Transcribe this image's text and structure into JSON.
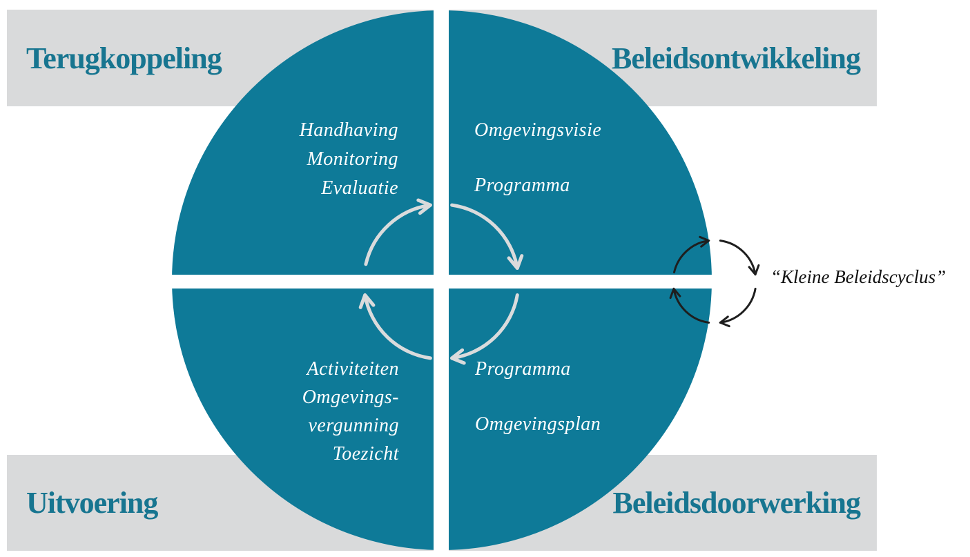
{
  "panels": {
    "top_left": {
      "label": "Terugkoppeling"
    },
    "top_right": {
      "label": "Beleidsontwikkeling"
    },
    "bottom_left": {
      "label": "Uitvoering"
    },
    "bottom_right": {
      "label": "Beleidsdoorwerking"
    }
  },
  "quadrants": {
    "top_left": {
      "items": [
        "Handhaving",
        "Monitoring",
        "Evaluatie"
      ]
    },
    "top_right": {
      "items": [
        "Omgevingsvisie",
        "Programma"
      ]
    },
    "bottom_left": {
      "items": [
        "Activiteiten",
        "Omgevings-",
        "vergunning",
        "Toezicht"
      ]
    },
    "bottom_right": {
      "items": [
        "Programma",
        "Omgevingsplan"
      ]
    }
  },
  "annotation": {
    "small_cycle_label": "“Kleine Beleidscyclus”"
  },
  "colors": {
    "background": "#ffffff",
    "panel_gray": "#d9dadb",
    "circle_teal": "#0e7a98",
    "panel_label_teal": "#177590",
    "item_text": "#ffffff",
    "big_cycle_arrow": "#dadbdc",
    "small_cycle_arrow": "#1e1e1e",
    "annotation_text": "#111111"
  }
}
